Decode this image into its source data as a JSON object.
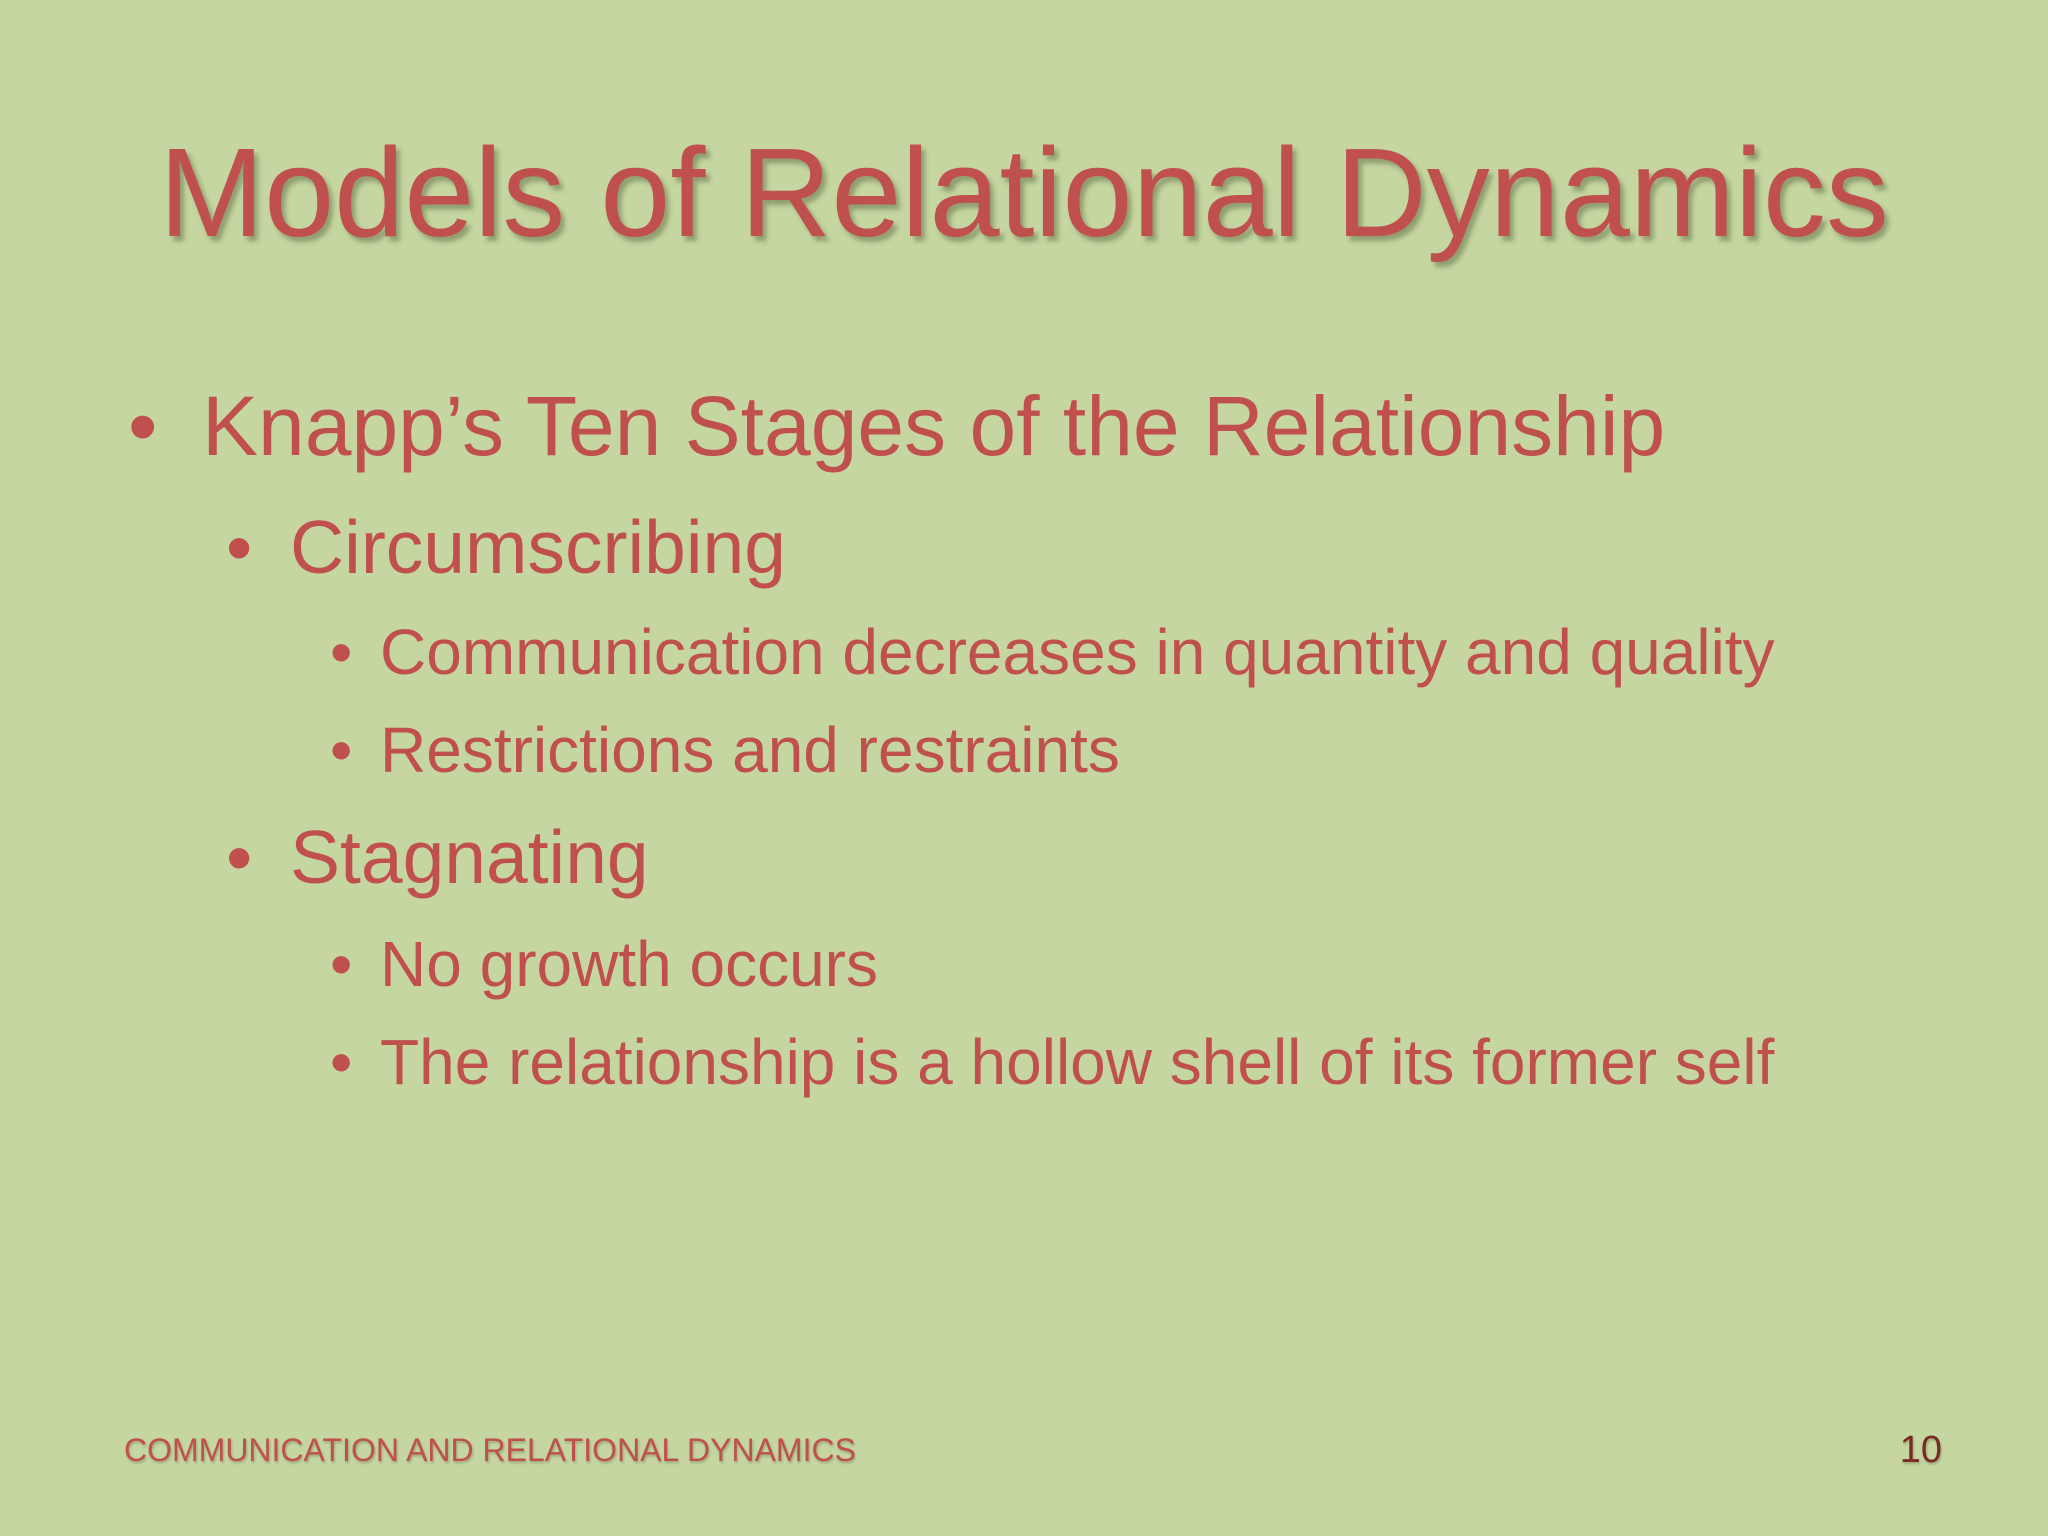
{
  "slide": {
    "title": "Models of Relational Dynamics",
    "bullet_glyph": "•",
    "items": [
      {
        "level": 1,
        "text": "Knapp’s Ten Stages of the Relationship"
      },
      {
        "level": 2,
        "text": "Circumscribing"
      },
      {
        "level": 3,
        "text": "Communication decreases in quantity and quality"
      },
      {
        "level": 3,
        "text": "Restrictions and restraints"
      },
      {
        "level": 2,
        "text": "Stagnating"
      },
      {
        "level": 3,
        "text": "No growth occurs"
      },
      {
        "level": 3,
        "text": "The relationship is a hollow shell of its former self"
      }
    ],
    "footer": "COMMUNICATION AND RELATIONAL DYNAMICS",
    "page_number": "10"
  },
  "colors": {
    "background": "#c5d6a0",
    "text": "#c0504d",
    "page_number": "#7a2a26"
  }
}
